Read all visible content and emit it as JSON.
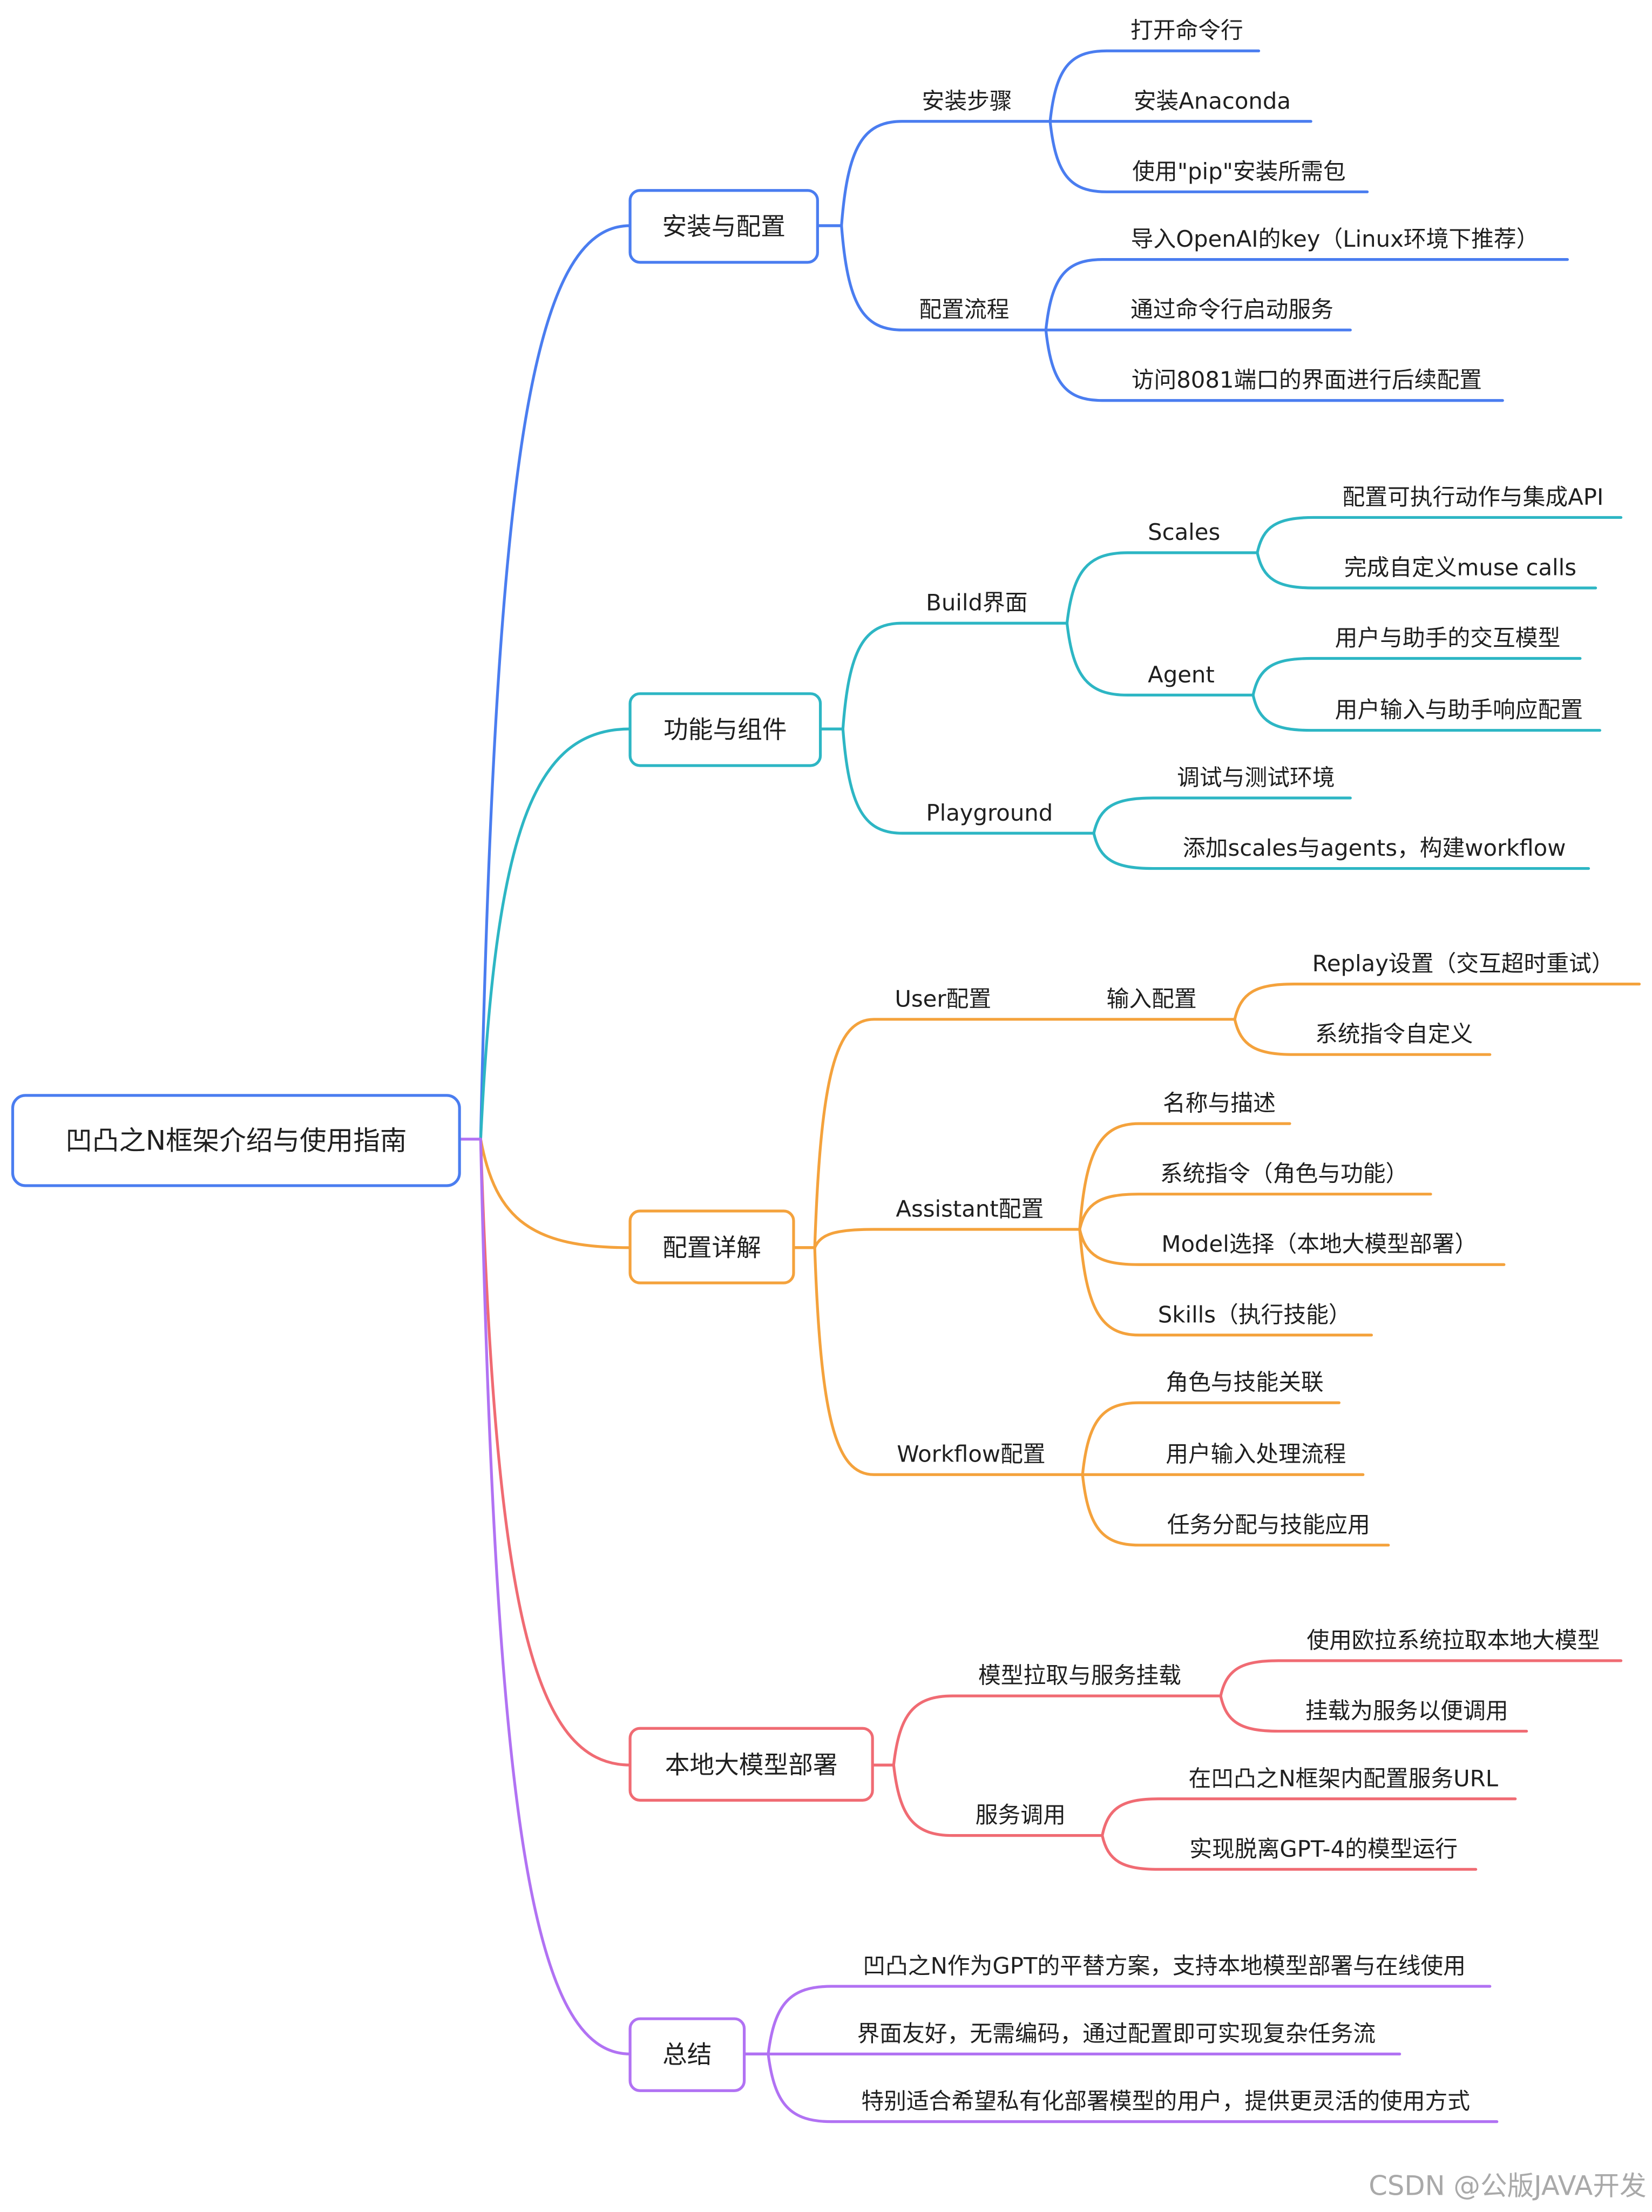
{
  "colors": {
    "root": "#4a7df0",
    "install": "#4a7df0",
    "features": "#2db6c4",
    "config": "#f4a23c",
    "local_model": "#f06b73",
    "summary": "#b172f3"
  },
  "root": {
    "label": "凹凸之N框架介绍与使用指南"
  },
  "branches": [
    {
      "label": "安装与配置",
      "children": [
        {
          "label": "安装步骤",
          "children": [
            {
              "label": "打开命令行"
            },
            {
              "label": "安装Anaconda"
            },
            {
              "label": "使用\"pip\"安装所需包"
            }
          ]
        },
        {
          "label": "配置流程",
          "children": [
            {
              "label": "导入OpenAI的key（Linux环境下推荐）"
            },
            {
              "label": "通过命令行启动服务"
            },
            {
              "label": "访问8081端口的界面进行后续配置"
            }
          ]
        }
      ]
    },
    {
      "label": "功能与组件",
      "children": [
        {
          "label": "Build界面",
          "children": [
            {
              "label": "Scales",
              "children": [
                {
                  "label": "配置可执行动作与集成API"
                },
                {
                  "label": "完成自定义muse calls"
                }
              ]
            },
            {
              "label": "Agent",
              "children": [
                {
                  "label": "用户与助手的交互模型"
                },
                {
                  "label": "用户输入与助手响应配置"
                }
              ]
            }
          ]
        },
        {
          "label": "Playground",
          "children": [
            {
              "label": "调试与测试环境"
            },
            {
              "label": "添加scales与agents，构建workflow"
            }
          ]
        }
      ]
    },
    {
      "label": "配置详解",
      "children": [
        {
          "label": "User配置",
          "children": [
            {
              "label": "输入配置",
              "children": [
                {
                  "label": "Replay设置（交互超时重试）"
                },
                {
                  "label": "系统指令自定义"
                }
              ]
            }
          ]
        },
        {
          "label": "Assistant配置",
          "children": [
            {
              "label": "名称与描述"
            },
            {
              "label": "系统指令（角色与功能）"
            },
            {
              "label": "Model选择（本地大模型部署）"
            },
            {
              "label": "Skills（执行技能）"
            }
          ]
        },
        {
          "label": "Workflow配置",
          "children": [
            {
              "label": "角色与技能关联"
            },
            {
              "label": "用户输入处理流程"
            },
            {
              "label": "任务分配与技能应用"
            }
          ]
        }
      ]
    },
    {
      "label": "本地大模型部署",
      "children": [
        {
          "label": "模型拉取与服务挂载",
          "children": [
            {
              "label": "使用欧拉系统拉取本地大模型"
            },
            {
              "label": "挂载为服务以便调用"
            }
          ]
        },
        {
          "label": "服务调用",
          "children": [
            {
              "label": "在凹凸之N框架内配置服务URL"
            },
            {
              "label": "实现脱离GPT-4的模型运行"
            }
          ]
        }
      ]
    },
    {
      "label": "总结",
      "children": [
        {
          "label": "凹凸之N作为GPT的平替方案，支持本地模型部署与在线使用"
        },
        {
          "label": "界面友好，无需编码，通过配置即可实现复杂任务流"
        },
        {
          "label": "特别适合希望私有化部署模型的用户，提供更灵活的使用方式"
        }
      ]
    }
  ],
  "watermark": "CSDN @公版JAVA开发"
}
